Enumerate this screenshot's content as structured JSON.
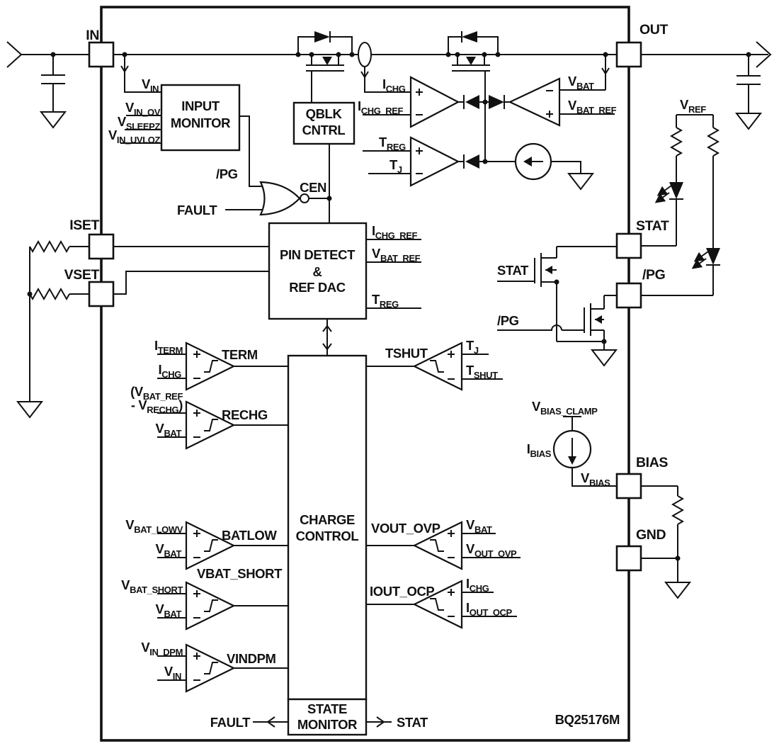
{
  "part_number": "BQ25176M",
  "pins": {
    "in": "IN",
    "out": "OUT",
    "iset": "ISET",
    "vset": "VSET",
    "stat": "STAT",
    "pg": "/PG",
    "bias": "BIAS",
    "gnd": "GND"
  },
  "blocks": {
    "input_monitor": {
      "l1": "INPUT",
      "l2": "MONITOR"
    },
    "qblk": {
      "l1": "QBLK",
      "l2": "CNTRL"
    },
    "pin_detect": {
      "l1": "PIN DETECT",
      "l2": "&",
      "l3": "REF DAC"
    },
    "charge_control": {
      "l1": "CHARGE",
      "l2": "CONTROL"
    },
    "state_monitor": {
      "l1": "STATE",
      "l2": "MONITOR"
    }
  },
  "gates": {
    "cen": "CEN",
    "pg": "/PG",
    "fault": "FAULT"
  },
  "comparators": {
    "term": "TERM",
    "rechg": "RECHG",
    "batlow": "BATLOW",
    "vbat_short": "VBAT_SHORT",
    "vindpm": "VINDPM",
    "tshut": "TSHUT",
    "vout_ovp": "VOUT_OVP",
    "iout_ocp": "IOUT_OCP"
  },
  "signals": {
    "stat": "STAT",
    "pg": "/PG",
    "fault": "FAULT"
  },
  "labels": {
    "vin": [
      {
        "t": "V"
      },
      {
        "t": "IN",
        "s": 1
      }
    ],
    "vin_ov": [
      {
        "t": "V"
      },
      {
        "t": "IN_OV",
        "s": 1
      }
    ],
    "vsleepz": [
      {
        "t": "V"
      },
      {
        "t": "SLEEPZ",
        "s": 1
      }
    ],
    "vin_uvloz": [
      {
        "t": "V"
      },
      {
        "t": "IN_UVLOZ",
        "s": 1
      }
    ],
    "ichg": [
      {
        "t": "I"
      },
      {
        "t": "CHG",
        "s": 1
      }
    ],
    "ichg_ref": [
      {
        "t": "I"
      },
      {
        "t": "CHG_REF",
        "s": 1
      }
    ],
    "treg": [
      {
        "t": "T"
      },
      {
        "t": "REG",
        "s": 1
      }
    ],
    "tj": [
      {
        "t": "T"
      },
      {
        "t": "J",
        "s": 1
      }
    ],
    "vbat": [
      {
        "t": "V"
      },
      {
        "t": "BAT",
        "s": 1
      }
    ],
    "vbat_ref": [
      {
        "t": "V"
      },
      {
        "t": "BAT_REF",
        "s": 1
      }
    ],
    "vref": [
      {
        "t": "V"
      },
      {
        "t": "REF",
        "s": 1
      }
    ],
    "iterm": [
      {
        "t": "I"
      },
      {
        "t": "TERM",
        "s": 1
      }
    ],
    "rechg_a": [
      {
        "t": "(V"
      },
      {
        "t": "BAT_REF",
        "s": 1
      }
    ],
    "rechg_b": [
      {
        "t": "- V"
      },
      {
        "t": "RECHG",
        "s": 1
      },
      {
        "t": ")"
      }
    ],
    "vbat_lowv": [
      {
        "t": "V"
      },
      {
        "t": "BAT_LOWV",
        "s": 1
      }
    ],
    "vbat_short": [
      {
        "t": "V"
      },
      {
        "t": "BAT_SHORT",
        "s": 1
      }
    ],
    "vin_dpm": [
      {
        "t": "V"
      },
      {
        "t": "IN_DPM",
        "s": 1
      }
    ],
    "tshut": [
      {
        "t": "T"
      },
      {
        "t": "SHUT",
        "s": 1
      }
    ],
    "vout_ovp": [
      {
        "t": "V"
      },
      {
        "t": "OUT_OVP",
        "s": 1
      }
    ],
    "iout_ocp": [
      {
        "t": "I"
      },
      {
        "t": "OUT_OCP",
        "s": 1
      }
    ],
    "vbias_clamp": [
      {
        "t": "V"
      },
      {
        "t": "BIAS_CLAMP",
        "s": 1
      }
    ],
    "ibias": [
      {
        "t": "I"
      },
      {
        "t": "BIAS",
        "s": 1
      }
    ],
    "vbias": [
      {
        "t": "V"
      },
      {
        "t": "BIAS",
        "s": 1
      }
    ]
  }
}
